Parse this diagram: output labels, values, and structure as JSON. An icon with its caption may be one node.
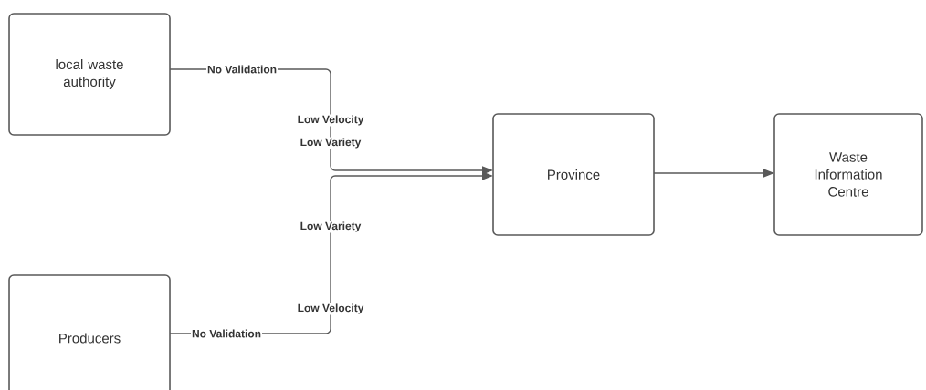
{
  "diagram": {
    "nodes": [
      {
        "text": [
          "local waste authority"
        ]
      },
      {
        "text": [
          "Producers"
        ]
      },
      {
        "text": [
          "Province"
        ]
      },
      {
        "text": [
          "Waste Information Centre"
        ]
      }
    ],
    "edges": [
      {
        "from": 0,
        "to": 2,
        "arrow": "to",
        "label": "No Validation"
      },
      {
        "from": 1,
        "to": 2,
        "arrow": "to",
        "label": "No Validation"
      },
      {
        "from": 2,
        "to": 3,
        "arrow": "to"
      }
    ],
    "labels": [
      "Low Velocity",
      "Low Variety",
      "Low Variety",
      "Low Velocity"
    ]
  }
}
